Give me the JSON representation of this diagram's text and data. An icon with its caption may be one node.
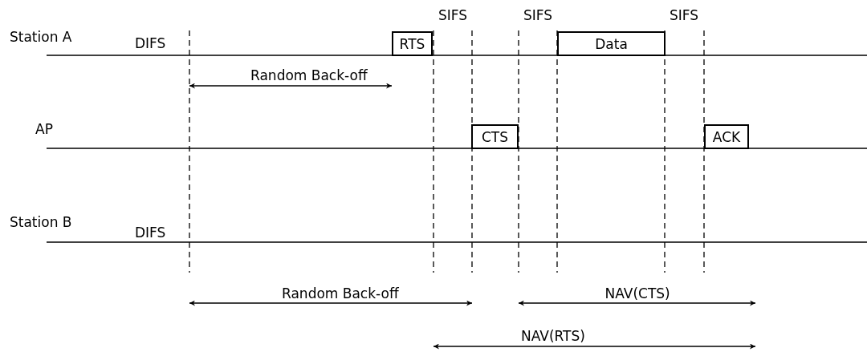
{
  "diagram": {
    "nodes": [
      {
        "text": [
          "RTS"
        ]
      },
      {
        "text": [
          "Data"
        ]
      },
      {
        "text": [
          "CTS"
        ]
      },
      {
        "text": [
          "ACK"
        ]
      }
    ],
    "labels": [
      "SIFS",
      "SIFS",
      "SIFS",
      "Station A",
      "DIFS",
      "Random Back-off",
      "AP",
      "Station B",
      "DIFS",
      "Random Back-off",
      "NAV(CTS)",
      "NAV(RTS)"
    ]
  }
}
